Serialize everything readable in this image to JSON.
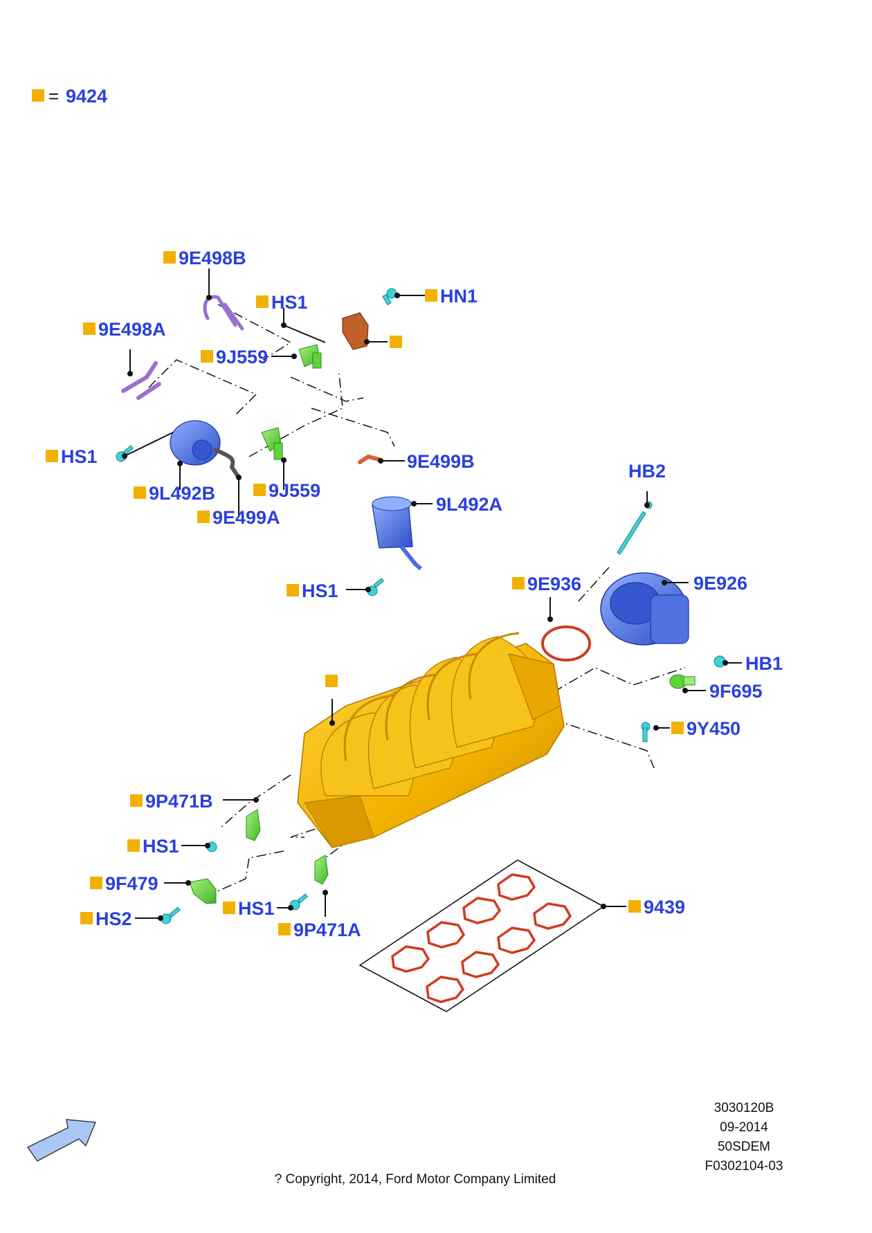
{
  "legend": {
    "equals": "=",
    "part": "9424"
  },
  "colors": {
    "marker": "#f2b100",
    "label": "#2a3fe0",
    "manifold": "#f2b600",
    "manifold_dark": "#c98a00",
    "gasket": "#d23a1e",
    "purple": "#9a6fd0",
    "blue_part": "#4a6ee0",
    "green_part": "#5fd33a",
    "cyan_bolt": "#3fd1d8",
    "arrow_fill": "#a9c8f5"
  },
  "labels": {
    "9E498B": "9E498B",
    "HS1_a": "HS1",
    "HN1": "HN1",
    "9E498A": "9E498A",
    "9J559_a": "9J559",
    "HS1_b": "HS1",
    "9E499B": "9E499B",
    "9L492B": "9L492B",
    "9J559_b": "9J559",
    "9E499A": "9E499A",
    "9L492A": "9L492A",
    "HB2": "HB2",
    "HS1_c": "HS1",
    "9E936": "9E936",
    "9E926": "9E926",
    "HB1": "HB1",
    "9F695": "9F695",
    "9Y450": "9Y450",
    "9P471B": "9P471B",
    "HS1_d": "HS1",
    "9F479": "9F479",
    "HS1_e": "HS1",
    "HS2": "HS2",
    "9P471A": "9P471A",
    "9439": "9439"
  },
  "footer": {
    "copyright": "? Copyright, 2014, Ford Motor Company Limited",
    "code": "3030120B",
    "date": "09-2014",
    "model": "50SDEM",
    "figure": "F0302104-03"
  }
}
